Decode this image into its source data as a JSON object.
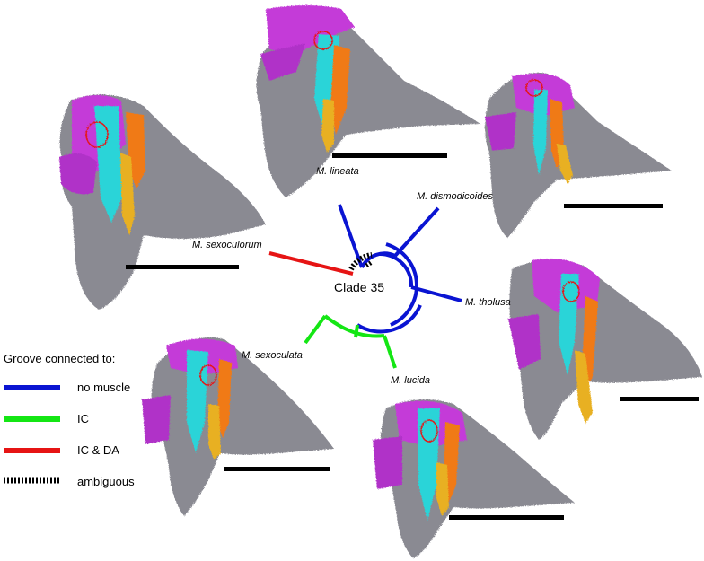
{
  "colors": {
    "no_muscle": "#0a14d2",
    "ic": "#14e614",
    "ic_da": "#e61414",
    "ambiguous": "#000000",
    "bone": "#8a8a92",
    "muscle_magenta": "#c43ad8",
    "muscle_cyan": "#2ad4d8",
    "muscle_orange": "#f07a18",
    "muscle_gold": "#e8b020"
  },
  "clade_label": "Clade 35",
  "taxa": {
    "lineata": "M. lineata",
    "dismodicoides": "M. dismodicoides",
    "sexoculorum": "M. sexoculorum",
    "tholusa": "M. tholusa",
    "sexoculata": "M. sexoculata",
    "lucida": "M. lucida"
  },
  "legend": {
    "title": "Groove connected to:",
    "items": [
      {
        "label": "no muscle",
        "color": "#0a14d2",
        "style": "solid"
      },
      {
        "label": "IC",
        "color": "#14e614",
        "style": "solid"
      },
      {
        "label": "IC & DA",
        "color": "#e61414",
        "style": "solid"
      },
      {
        "label": "ambiguous",
        "color": "#000000",
        "style": "dashed"
      }
    ]
  }
}
